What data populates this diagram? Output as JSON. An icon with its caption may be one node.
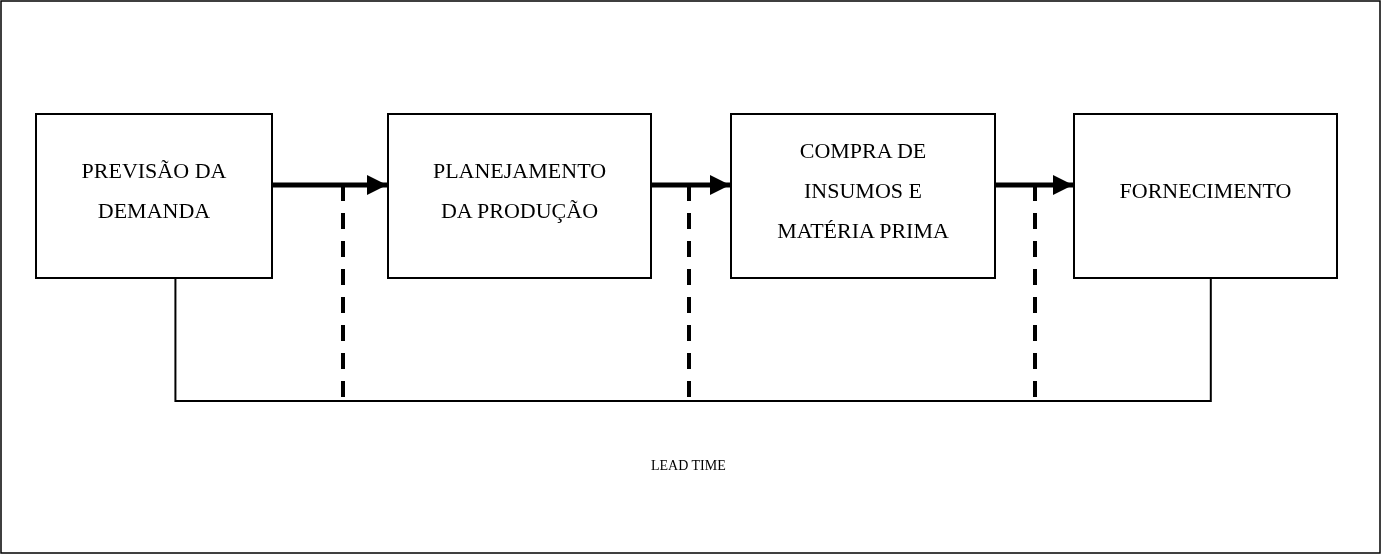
{
  "diagram": {
    "nodes": [
      {
        "text": [
          "PREVISÃO DA DEMANDA"
        ]
      },
      {
        "text": [
          "PLANEJAMENTO DA PRODUÇÃO"
        ]
      },
      {
        "text": [
          "COMPRA DE INSUMOS E MATÉRIA PRIMA"
        ]
      },
      {
        "text": [
          "FORNECIMENTO"
        ]
      }
    ],
    "edges": [
      {
        "from": 0,
        "to": 1,
        "arrow": "to"
      },
      {
        "from": 1,
        "to": 2,
        "arrow": "to"
      },
      {
        "from": 2,
        "to": 3,
        "arrow": "to"
      },
      {
        "from": 0,
        "to": 3,
        "arrow": "none"
      }
    ],
    "labels": [
      "LEAD TIME"
    ]
  }
}
